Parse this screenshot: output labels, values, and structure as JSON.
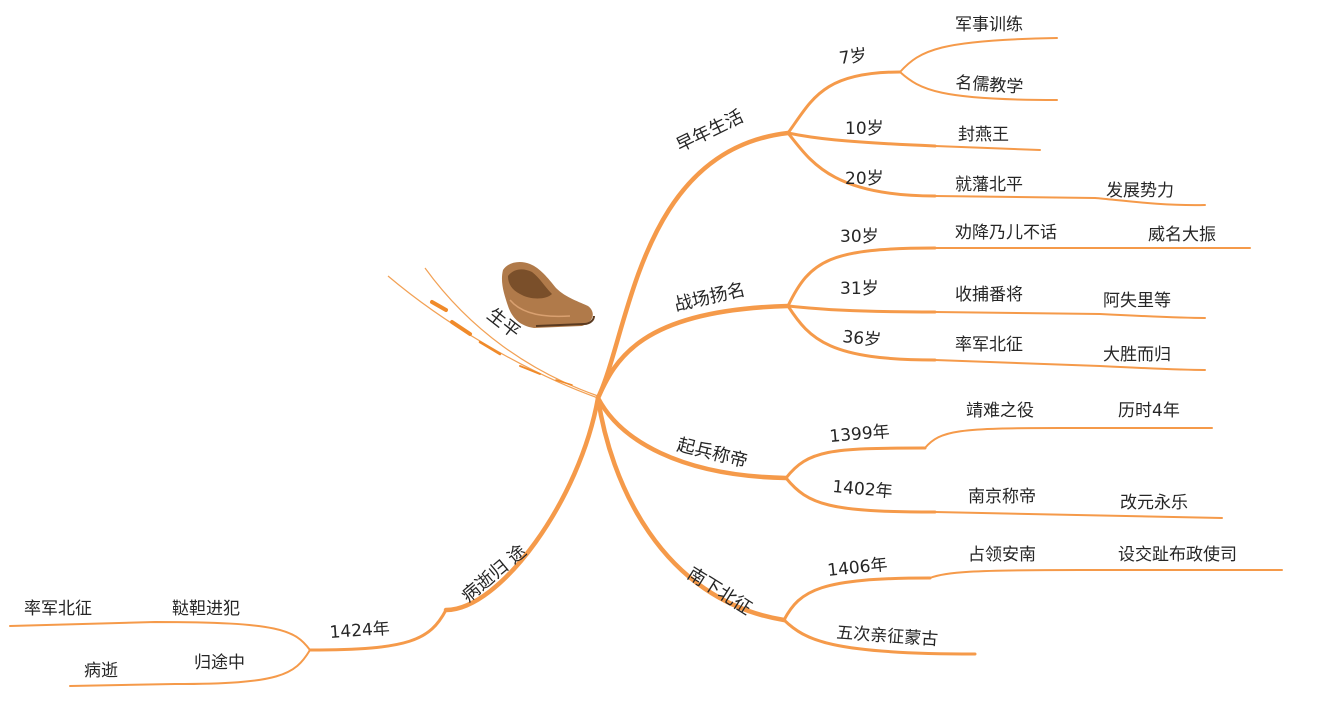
{
  "colors": {
    "branch": "#f59a4a",
    "text": "#262626",
    "root_line": "#f2a155",
    "shoe": "#b07a4a"
  },
  "icons": {
    "root": "shoe-icon"
  },
  "root": {
    "label": "生平"
  },
  "branches": [
    {
      "label": "早年生活",
      "children": [
        {
          "label": "7岁",
          "children": [
            {
              "label": "军事训练"
            },
            {
              "label": "名儒教学"
            }
          ]
        },
        {
          "label": "10岁",
          "children": [
            {
              "label": "封燕王"
            }
          ]
        },
        {
          "label": "20岁",
          "children": [
            {
              "label": "就藩北平",
              "children": [
                {
                  "label": "发展势力"
                }
              ]
            }
          ]
        }
      ]
    },
    {
      "label": "战场扬名",
      "children": [
        {
          "label": "30岁",
          "children": [
            {
              "label": "劝降乃儿不话",
              "children": [
                {
                  "label": "威名大振"
                }
              ]
            }
          ]
        },
        {
          "label": "31岁",
          "children": [
            {
              "label": "收捕番将",
              "children": [
                {
                  "label": "阿失里等"
                }
              ]
            }
          ]
        },
        {
          "label": "36岁",
          "children": [
            {
              "label": "率军北征",
              "children": [
                {
                  "label": "大胜而归"
                }
              ]
            }
          ]
        }
      ]
    },
    {
      "label": "起兵称帝",
      "children": [
        {
          "label": "1399年",
          "children": [
            {
              "label": "靖难之役",
              "children": [
                {
                  "label": "历时4年"
                }
              ]
            }
          ]
        },
        {
          "label": "1402年",
          "children": [
            {
              "label": "南京称帝",
              "children": [
                {
                  "label": "改元永乐"
                }
              ]
            }
          ]
        }
      ]
    },
    {
      "label": "南下北征",
      "children": [
        {
          "label": "1406年",
          "children": [
            {
              "label": "占领安南",
              "children": [
                {
                  "label": "设交趾布政使司"
                }
              ]
            }
          ]
        },
        {
          "label": "五次亲征蒙古"
        }
      ]
    },
    {
      "label": "病逝归 途",
      "children": [
        {
          "label": "1424年",
          "children": [
            {
              "label": "鞑靼进犯",
              "children": [
                {
                  "label": "率军北征"
                }
              ]
            },
            {
              "label": "归途中",
              "children": [
                {
                  "label": "病逝"
                }
              ]
            }
          ]
        }
      ]
    }
  ]
}
